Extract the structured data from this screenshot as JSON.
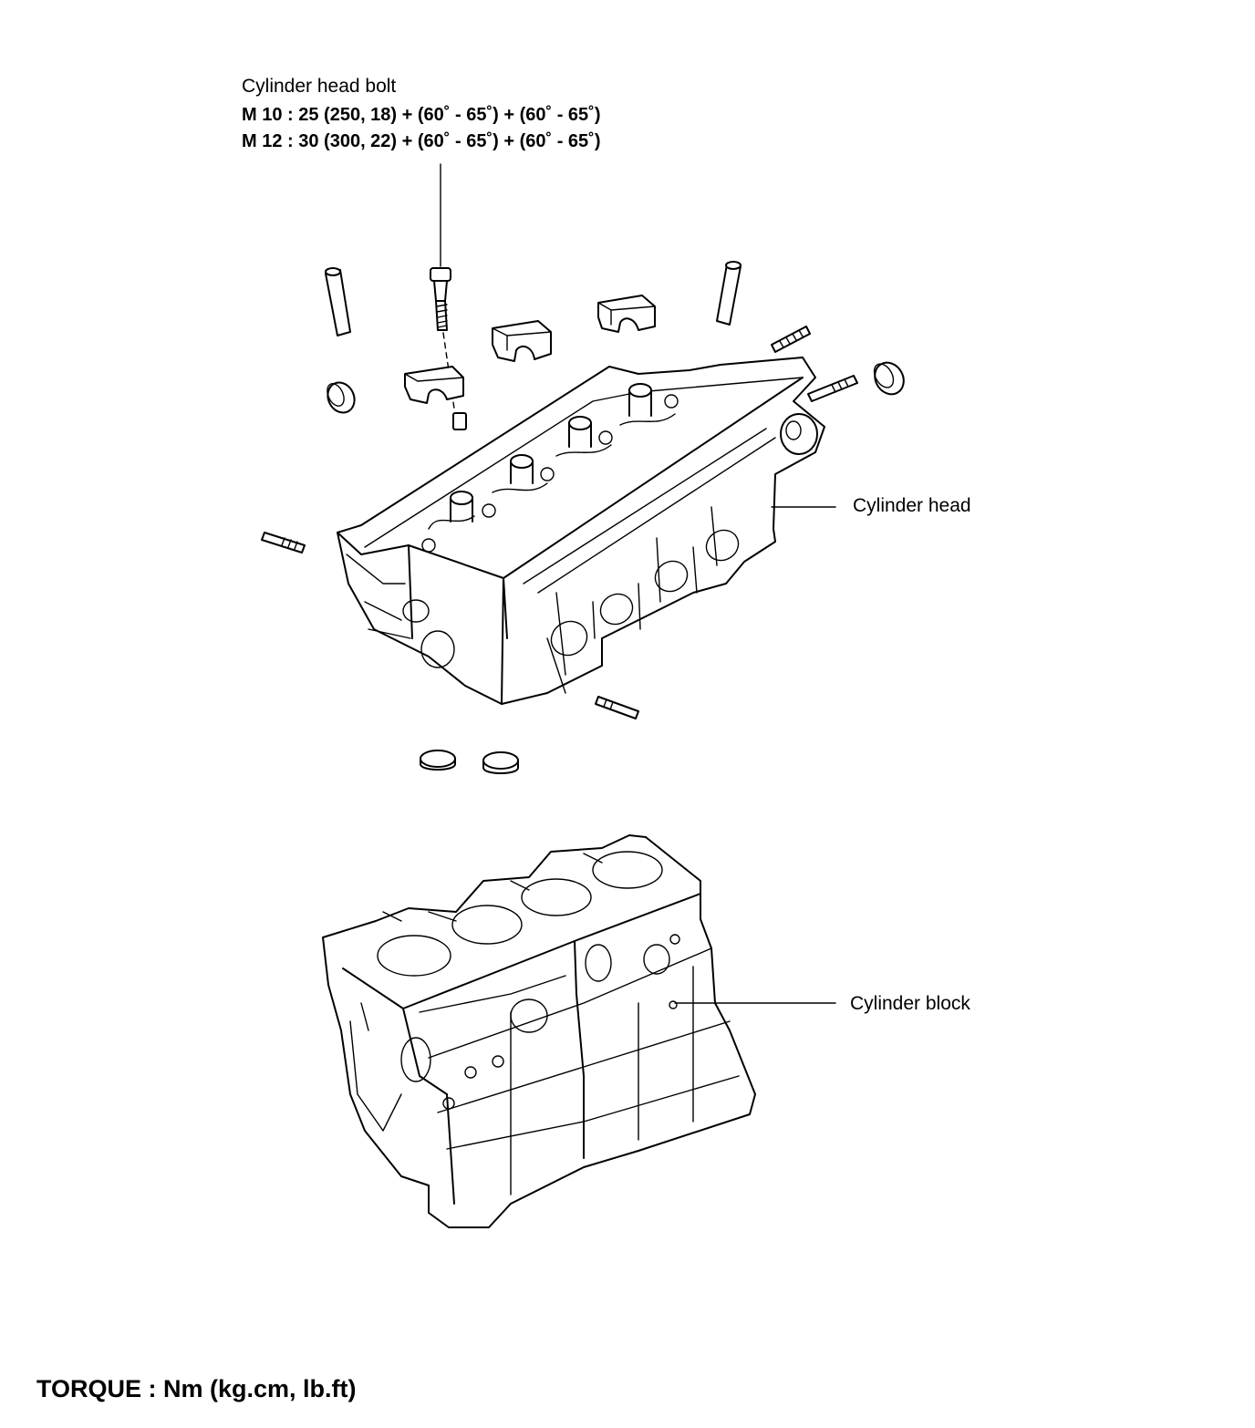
{
  "head_bolt": {
    "title": "Cylinder head bolt",
    "spec_m10": "M 10 : 25 (250, 18) + (60˚ - 65˚) + (60˚ - 65˚)",
    "spec_m12": "M 12 : 30 (300, 22) + (60˚ - 65˚) + (60˚ - 65˚)"
  },
  "labels": {
    "cylinder_head": "Cylinder head",
    "cylinder_block": "Cylinder block"
  },
  "footer": {
    "torque_units": "TORQUE : Nm (kg.cm, lb.ft)"
  }
}
